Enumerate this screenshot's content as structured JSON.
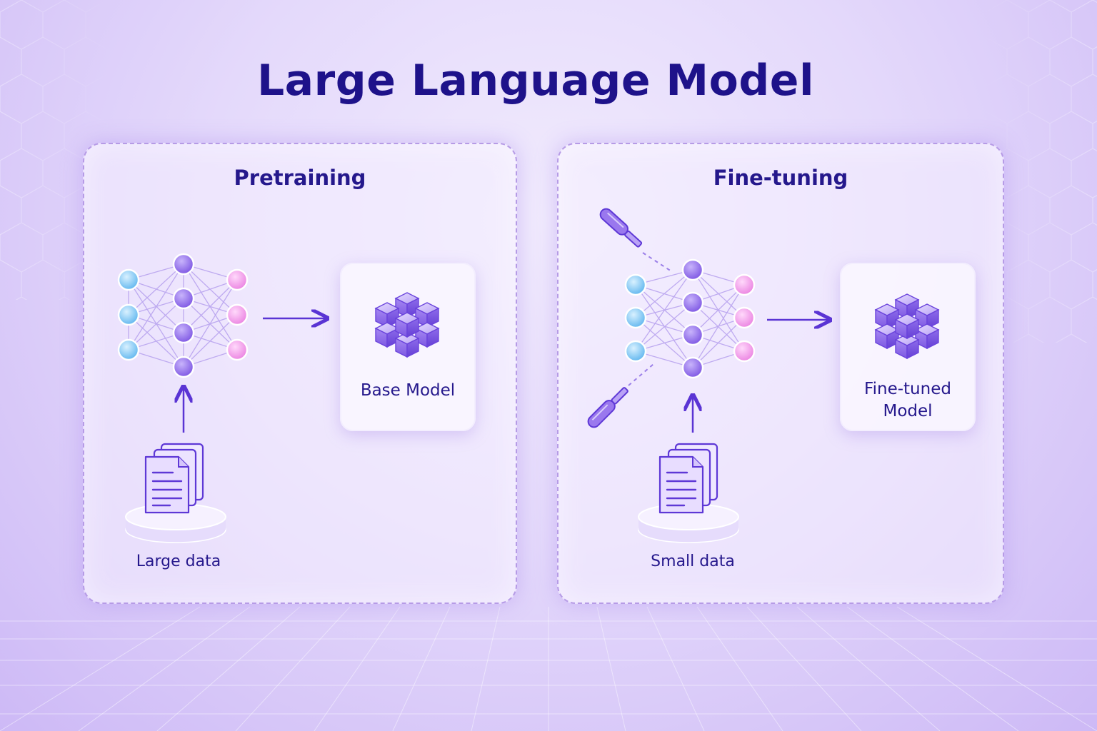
{
  "title": "Large Language Model",
  "pretraining": {
    "title": "Pretraining",
    "model_label": "Base Model",
    "data_label": "Large data"
  },
  "finetuning": {
    "title": "Fine-tuning",
    "model_label_line1": "Fine-tuned",
    "model_label_line2": "Model",
    "data_label": "Small data"
  },
  "colors": {
    "title": "#1e128a",
    "accent": "#6a3fe0",
    "input_node": "#6ec3f2",
    "hidden_node": "#8e6ae8",
    "output_node": "#f08fe6"
  },
  "icons": [
    "neural-network-icon",
    "cube-cluster-icon",
    "document-stack-icon",
    "screwdriver-icon"
  ]
}
